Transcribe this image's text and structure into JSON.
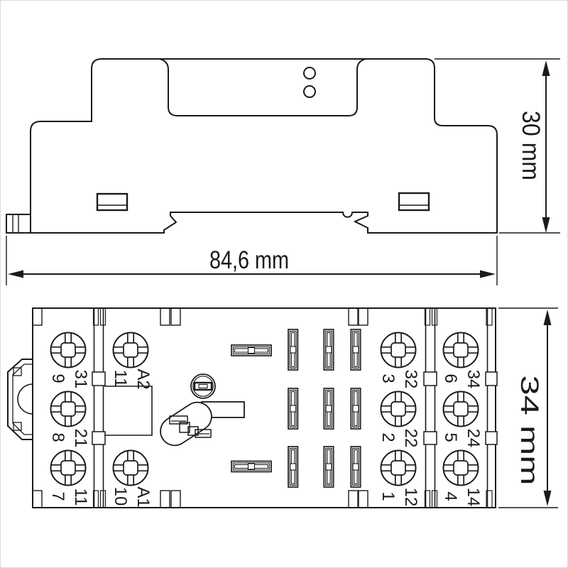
{
  "dimensions": {
    "width": "84,6 mm",
    "side_height": "30 mm",
    "socket_height": "34 mm"
  },
  "terminals": [
    {
      "number": "9",
      "contact": "31"
    },
    {
      "number": "11",
      "contact": "A2"
    },
    {
      "number": "8",
      "contact": "21"
    },
    {
      "number": "7",
      "contact": "11"
    },
    {
      "number": "10",
      "contact": "A1"
    },
    {
      "number": "3",
      "contact": "32"
    },
    {
      "number": "2",
      "contact": "22"
    },
    {
      "number": "1",
      "contact": "12"
    },
    {
      "number": "6",
      "contact": "34"
    },
    {
      "number": "5",
      "contact": "24"
    },
    {
      "number": "4",
      "contact": "14"
    }
  ],
  "colors": {
    "line": "#1a1a1a",
    "background": "#ffffff"
  }
}
